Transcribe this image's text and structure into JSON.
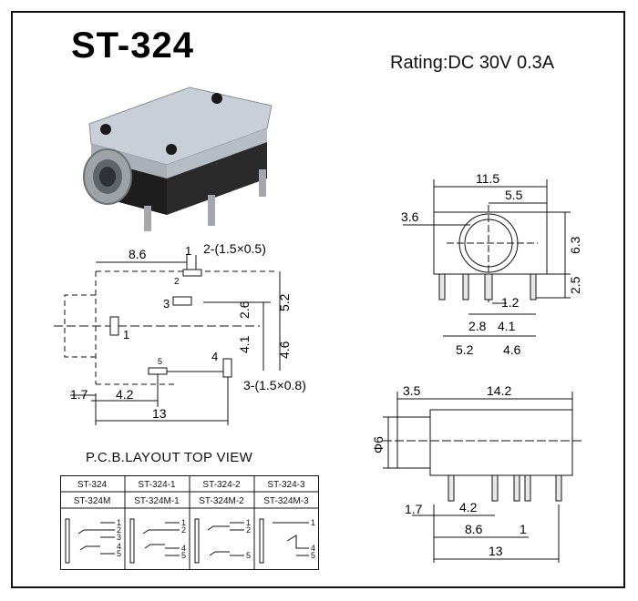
{
  "title": "ST-324",
  "rating": "Rating:DC 30V 0.3A",
  "pcb_layout": {
    "title": "P.C.B.LAYOUT TOP VIEW",
    "variants_row1": [
      "ST-324",
      "ST-324-1",
      "ST-324-2",
      "ST-324-3"
    ],
    "variants_row2": [
      "ST-324M",
      "ST-324M-1",
      "ST-324M-2",
      "ST-324M-3"
    ],
    "pins": [
      "1",
      "2",
      "3",
      "4",
      "5"
    ]
  },
  "footprint": {
    "dims": {
      "width_top": "8.6",
      "pad_small": "2-(1.5×0.5)",
      "pad_large": "3-(1.5×0.8)",
      "v_2_6": "2.6",
      "v_5_2": "5.2",
      "v_4_1": "4.1",
      "v_4_6": "4.6",
      "h_1_7": "1.7",
      "h_4_2": "4.2",
      "h_13": "13"
    },
    "pins": [
      "1",
      "2",
      "3",
      "4",
      "5"
    ]
  },
  "front_view": {
    "dims": {
      "width": "11.5",
      "half": "5.5",
      "hole": "3.6",
      "height": "6.3",
      "pin_len": "2.5",
      "d_1_2": "1.2",
      "d_2_8": "2.8",
      "d_4_1": "4.1",
      "d_5_2": "5.2",
      "d_4_6": "4.6"
    }
  },
  "side_view": {
    "dims": {
      "nose": "3.5",
      "body": "14.2",
      "dia": "Φ6",
      "d_1_7": "1.7",
      "d_4_2": "4.2",
      "d_8_6": "8.6",
      "d_1": "1",
      "d_13": "13"
    }
  }
}
